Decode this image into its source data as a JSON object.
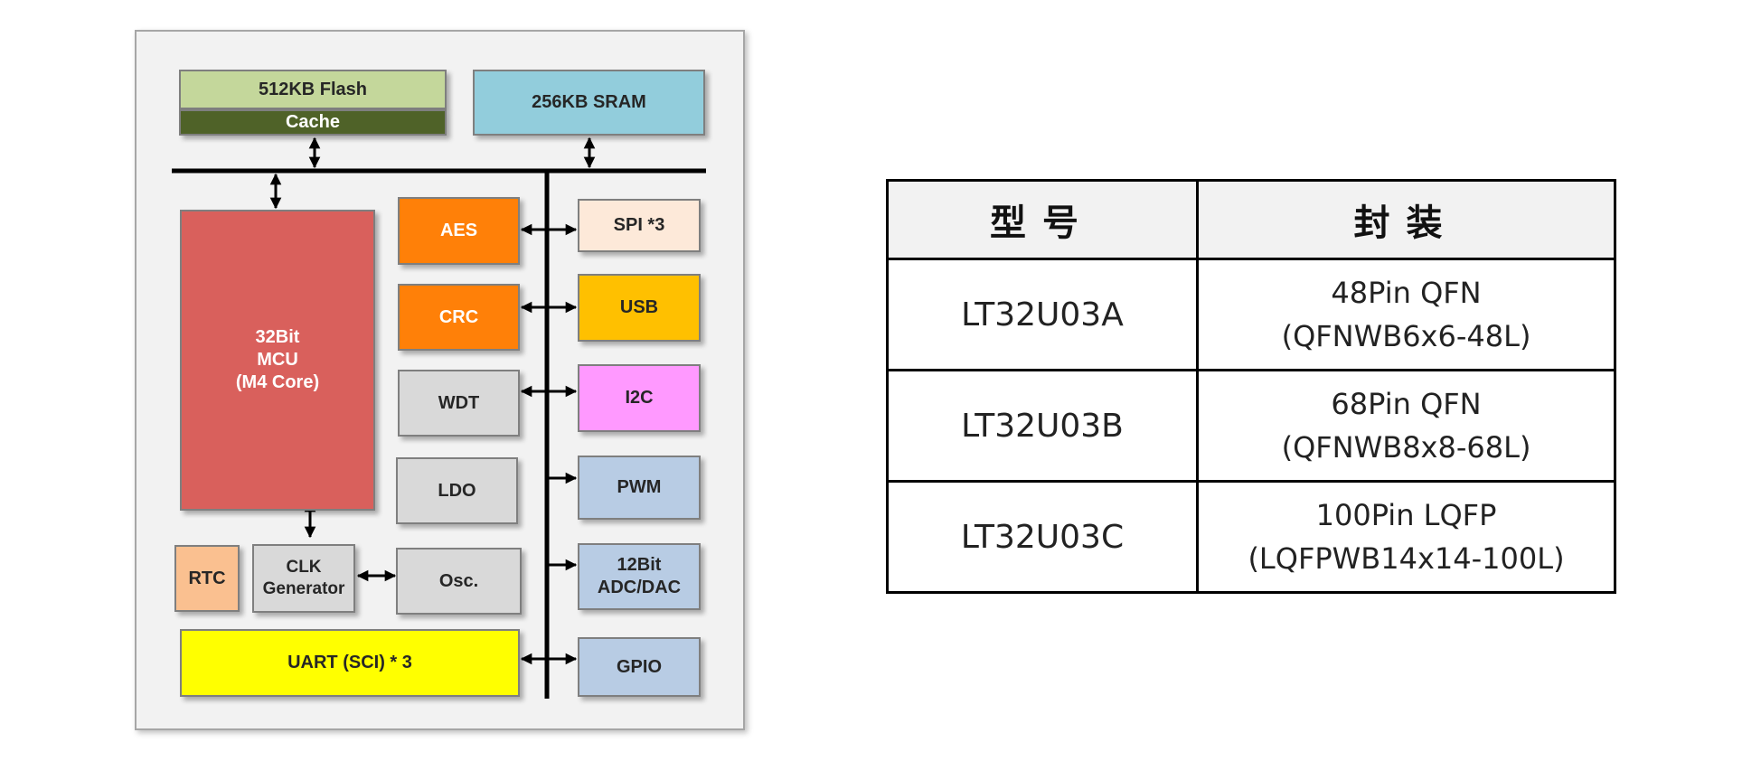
{
  "diagram": {
    "flash": "512KB Flash",
    "cache": "Cache",
    "sram": "256KB SRAM",
    "mcu": "32Bit\nMCU\n(M4 Core)",
    "aes": "AES",
    "crc": "CRC",
    "wdt": "WDT",
    "ldo": "LDO",
    "rtc": "RTC",
    "clk": "CLK\nGenerator",
    "osc": "Osc.",
    "uart": "UART (SCI) * 3",
    "spi": "SPI *3",
    "usb": "USB",
    "i2c": "I2C",
    "pwm": "PWM",
    "adc": "12Bit\nADC/DAC",
    "gpio": "GPIO",
    "colors": {
      "flash": "#c4d79b",
      "cache": "#4f6228",
      "sram": "#92cddc",
      "mcu": "#d9605c",
      "aes_crc": "#ff8008",
      "gray": "#d9d9d9",
      "rtc": "#fac090",
      "uart": "#ffff00",
      "spi": "#fde9d9",
      "usb": "#ffc000",
      "i2c": "#ff99ff",
      "blue": "#b8cce4"
    }
  },
  "table": {
    "headers": [
      "型号",
      "封装"
    ],
    "rows": [
      {
        "model": "LT32U03A",
        "package": "48Pin QFN",
        "package_code": "(QFNWB6x6-48L)"
      },
      {
        "model": "LT32U03B",
        "package": "68Pin QFN",
        "package_code": "(QFNWB8x8-68L)"
      },
      {
        "model": "LT32U03C",
        "package": "100Pin LQFP",
        "package_code": "(LQFPWB14x14-100L)"
      }
    ]
  }
}
